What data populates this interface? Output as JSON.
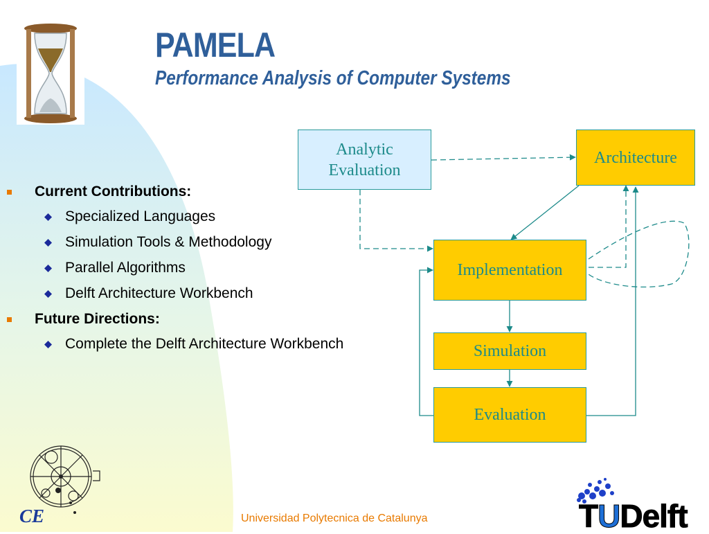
{
  "slide": {
    "title": "PAMELA",
    "subtitle": "Performance Analysis of Computer Systems"
  },
  "bullets": [
    {
      "label": "Current Contributions:",
      "items": [
        "Specialized  Languages",
        "Simulation Tools & Methodology",
        "Parallel Algorithms",
        "Delft Architecture Workbench"
      ]
    },
    {
      "label": "Future Directions:",
      "items": [
        "Complete the Delft Architecture Workbench"
      ]
    }
  ],
  "diagram": {
    "nodes": {
      "analytic_line1": "Analytic",
      "analytic_line2": "Evaluation",
      "architecture": "Architecture",
      "implementation": "Implementation",
      "simulation": "Simulation",
      "evaluation": "Evaluation"
    },
    "edges": [
      {
        "from": "analytic",
        "to": "architecture",
        "style": "dashed"
      },
      {
        "from": "analytic",
        "to": "implementation",
        "style": "dashed"
      },
      {
        "from": "architecture",
        "to": "implementation",
        "style": "solid"
      },
      {
        "from": "implementation",
        "to": "architecture",
        "style": "dashed"
      },
      {
        "from": "implementation",
        "to": "simulation",
        "style": "solid"
      },
      {
        "from": "simulation",
        "to": "evaluation",
        "style": "solid"
      },
      {
        "from": "evaluation",
        "to": "implementation",
        "style": "solid"
      },
      {
        "from": "evaluation",
        "to": "architecture",
        "style": "solid"
      }
    ]
  },
  "footer": {
    "text": "Universidad Polytecnica de Catalunya"
  },
  "logos": {
    "left_logo_text": "CE",
    "right_logo_t": "T",
    "right_logo_u": "U",
    "right_logo_delft": "Delft"
  },
  "colors": {
    "title": "#2f5f9a",
    "node_yellow": "#ffcc00",
    "node_blue": "#d8efff",
    "node_text": "#1c8a8a",
    "bullet_marker": "#e87a00",
    "footer": "#e87a00"
  },
  "icons": {
    "top_left": "hourglass-icon",
    "bottom_left": "mechanism-drawing-icon",
    "level1_marker": "square-bullet-icon",
    "level2_marker": "diamond-bullet-icon"
  }
}
